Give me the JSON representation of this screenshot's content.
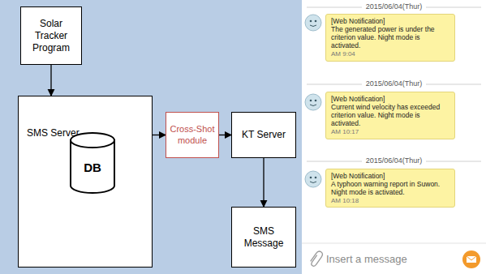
{
  "diagram": {
    "nodes": [
      {
        "text": [
          "Solar Tracker Program"
        ]
      },
      {
        "text": [
          "SMS Server"
        ]
      },
      {
        "text": [
          "DB"
        ],
        "in": 1
      },
      {
        "text": [
          "Cross-Shot module"
        ]
      },
      {
        "text": [
          "KT Server"
        ]
      },
      {
        "text": [
          "SMS Message"
        ]
      },
      {
        "text": [
          "[Web Notification]",
          "The generated power is under the criterion value. Night mode is activated.",
          "AM 9:04"
        ]
      },
      {
        "text": [
          "[Web Notification]",
          "Current wind velocity has exceeded criterion value. Night mode is activated.",
          "AM 10:17"
        ]
      },
      {
        "text": [
          "[Web Notification]",
          "A typhoon warning report in Suwon. Night mode is activated.",
          "AM 10:18"
        ]
      }
    ],
    "edges": [
      {
        "from": 0,
        "to": 1,
        "arrow": "to"
      },
      {
        "from": 1,
        "to": 3,
        "arrow": "to"
      },
      {
        "from": 3,
        "to": 4,
        "arrow": "to"
      },
      {
        "from": 4,
        "to": 5,
        "arrow": "to"
      }
    ],
    "labels": [
      "2015/06/04(Thur)",
      "2015/06/04(Thur)",
      "2015/06/04(Thur)",
      "Insert a message"
    ]
  }
}
